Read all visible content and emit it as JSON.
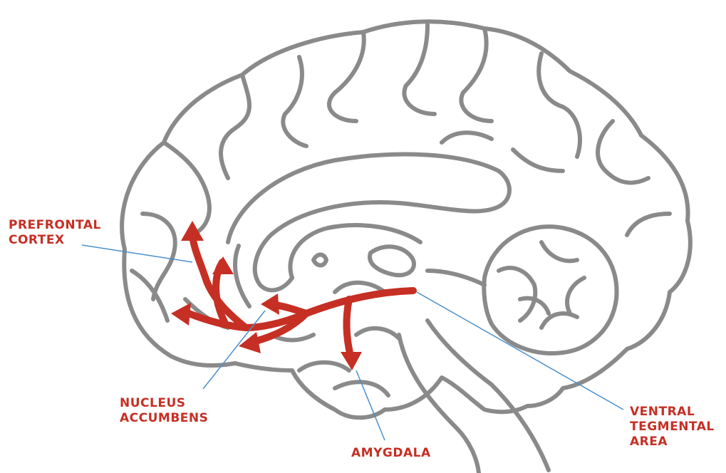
{
  "labels": {
    "prefrontal_cortex": [
      "PREFRONTAL",
      "CORTEX"
    ],
    "nucleus_accumbens": [
      "NUCLEUS",
      "ACCUMBENS"
    ],
    "amygdala": [
      "AMYGDALA"
    ],
    "ventral_tegmental_area": [
      "VENTRAL",
      "TEGMENTAL",
      "AREA"
    ]
  },
  "colors": {
    "outline": "#8a8a8a",
    "pathway": "#c62f24",
    "leader": "#4a90cc",
    "label": "#c62f24"
  }
}
